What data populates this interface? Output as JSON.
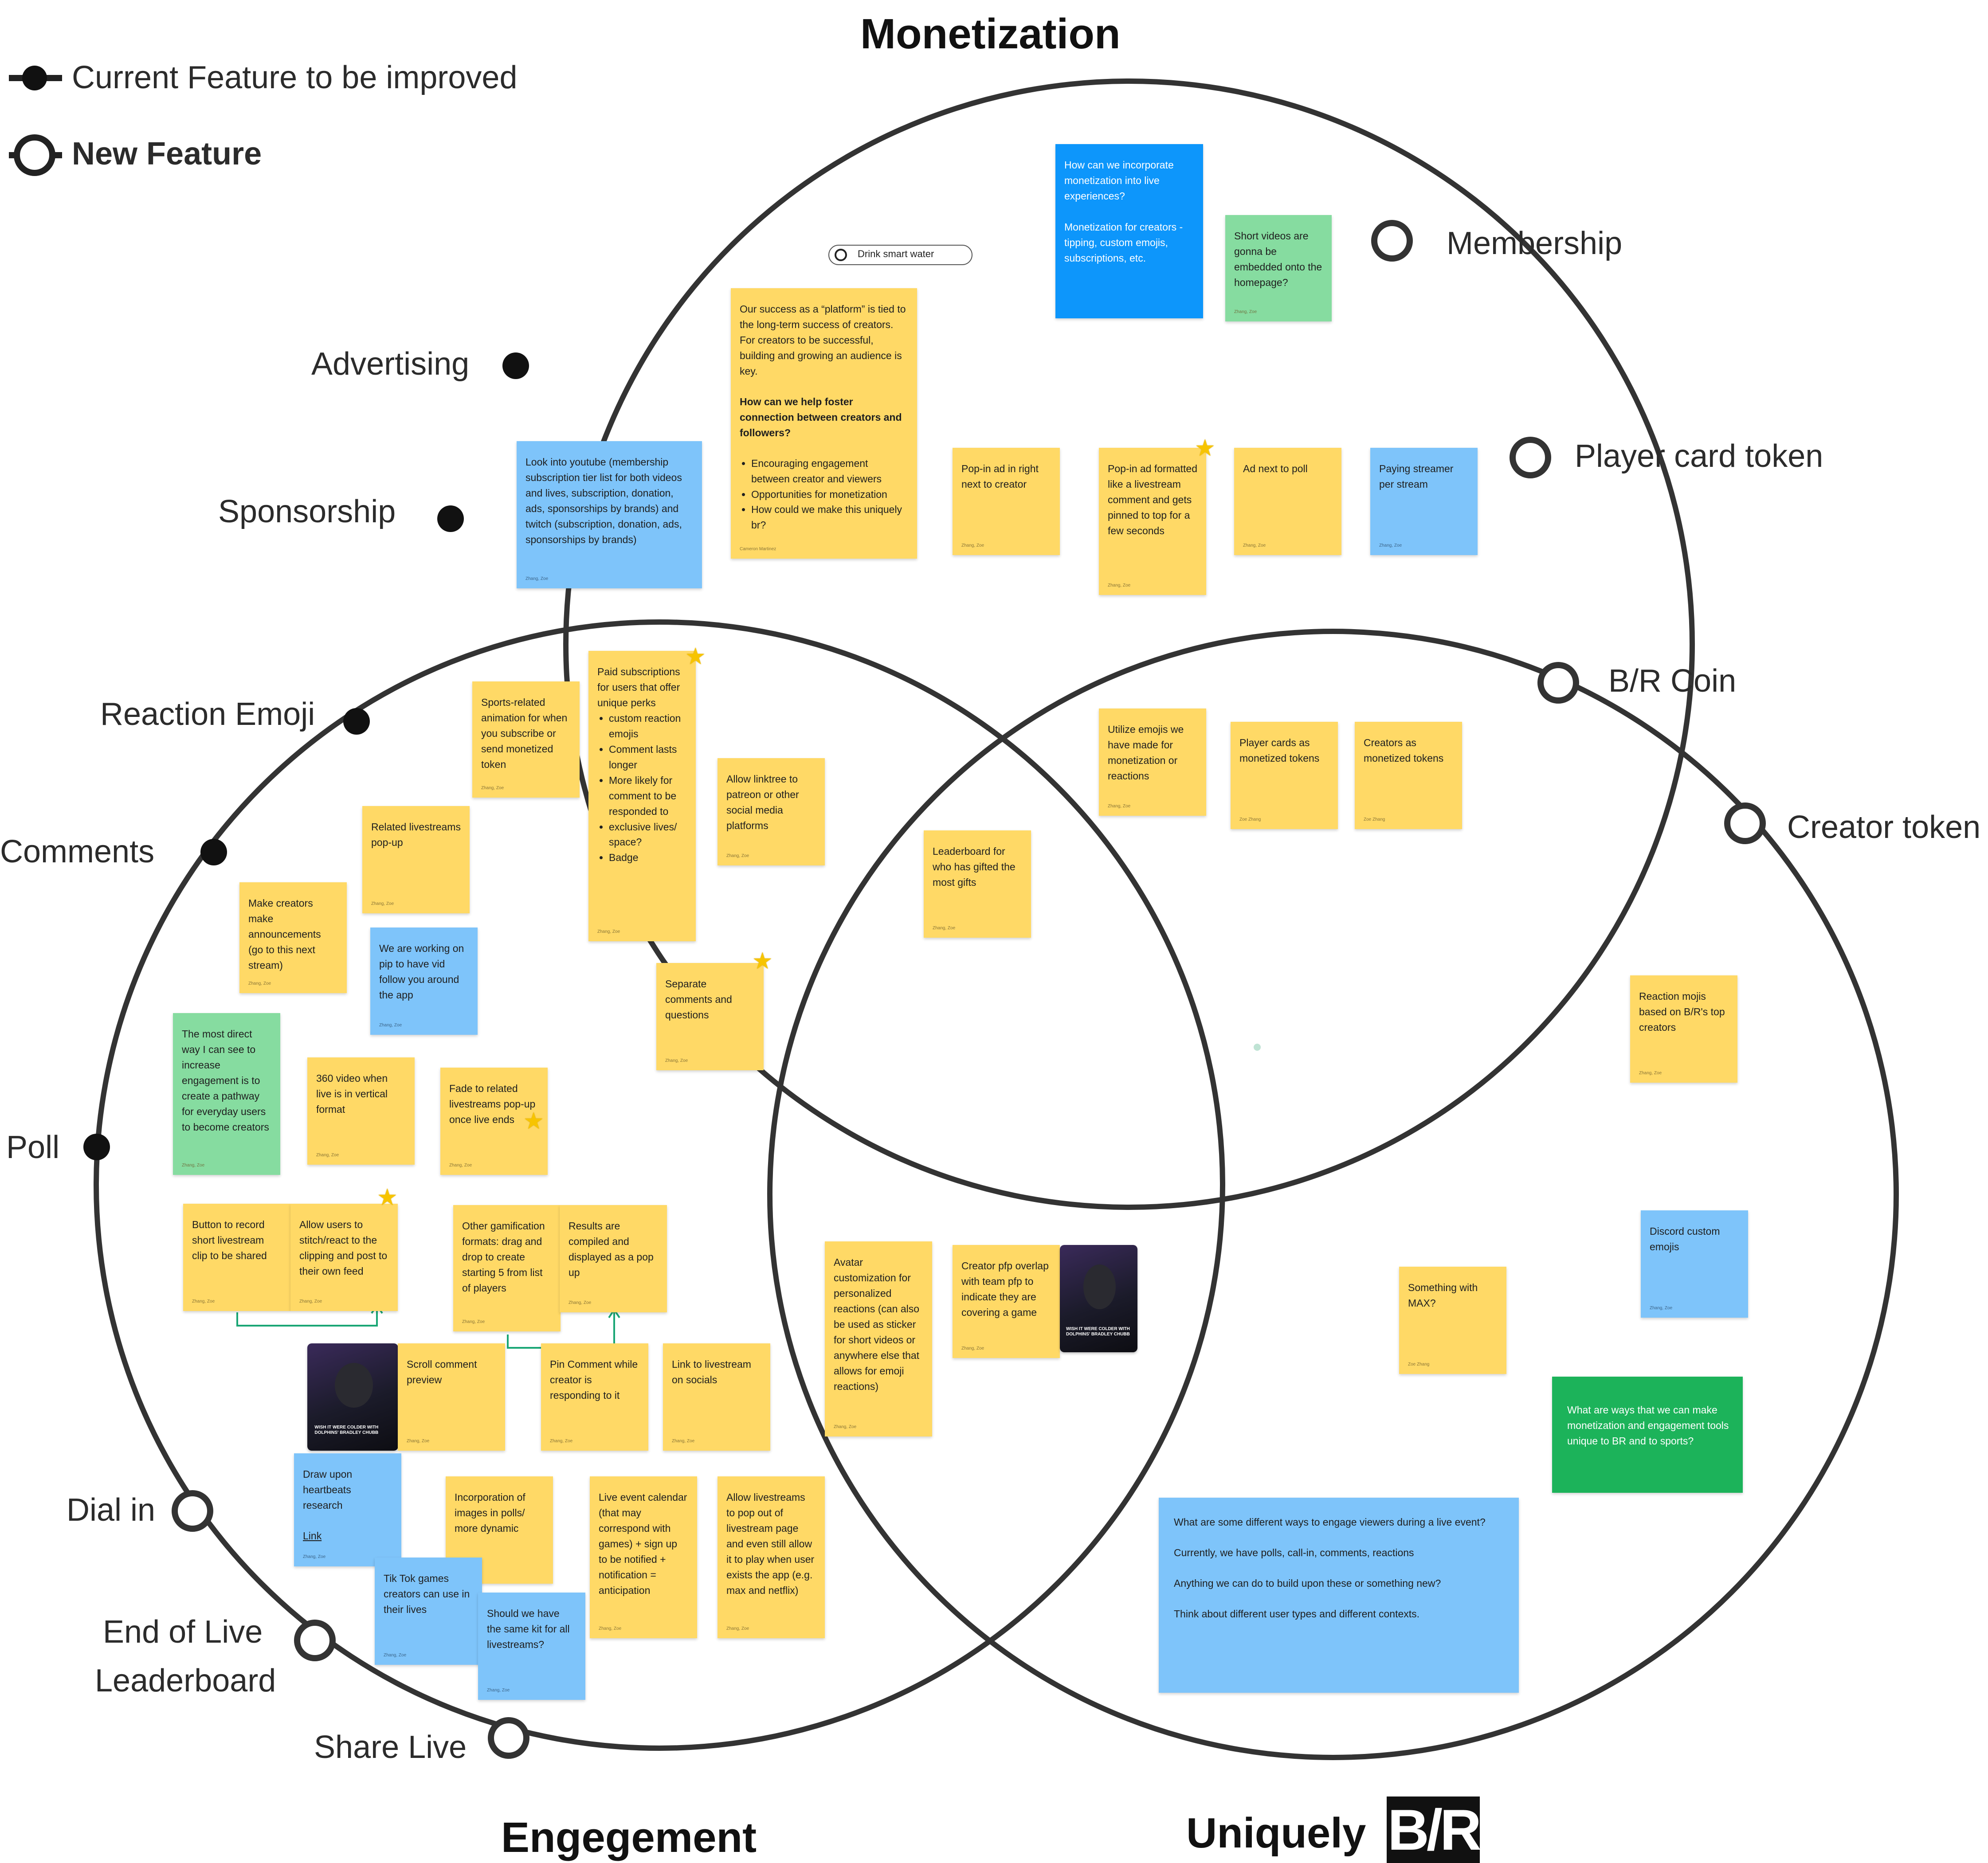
{
  "legend": {
    "current_label": "Current Feature to be improved",
    "new_label": "New Feature"
  },
  "titles": {
    "monetization": "Monetization",
    "engagement": "Engegement",
    "uniquely": "Uniquely",
    "br_logo": "B/R"
  },
  "categories": {
    "advertising": "Advertising",
    "sponsorship": "Sponsorship",
    "membership": "Membership",
    "player_card_token": "Player card token",
    "br_coin": "B/R Coin",
    "creator_token": "Creator token",
    "reaction_emoji": "Reaction Emoji",
    "comments": "Comments",
    "poll": "Poll",
    "dial_in": "Dial in",
    "end_of_live_1": "End of Live",
    "end_of_live_2": "Leaderboard",
    "share_live": "Share Live"
  },
  "pill": {
    "label": "Drink smart water"
  },
  "notes": {
    "n_live_monetize": "How can we incorporate monetization into live experiences?\n\nMonetization for creators - tipping, custom emojis, subscriptions, etc.",
    "n_short_videos": "Short videos are gonna be embedded onto the homepage?",
    "n_success_intro": "Our success as a “platform” is tied to the long-term success of creators. For creators to be successful, building and growing an audience is key.",
    "n_success_q": "How can we help foster connection between creators and followers?",
    "n_success_b1": "Encouraging engagement between creator and viewers",
    "n_success_b2": "Opportunities for monetization",
    "n_success_b3": "How could we make this uniquely br?",
    "n_success_author": "Cameron Martinez",
    "n_youtube": "Look into youtube (membership subscription tier list for both videos and lives, subscription, donation, ads, sponsorships by brands) and twitch (subscription, donation, ads, sponsorships by brands)",
    "n_popin_right": "Pop-in ad in right next to creator",
    "n_popin_formatted": "Pop-in ad formatted like a livestream comment and gets pinned to top for a few seconds",
    "n_ad_poll": "Ad next to poll",
    "n_paying": "Paying streamer per stream",
    "n_sports_anim": "Sports-related animation for when you subscribe or send monetized token",
    "n_paid_intro": "Paid subscriptions for users that offer unique perks",
    "n_paid_b1": "custom reaction emojis",
    "n_paid_b2": "Comment lasts longer",
    "n_paid_b3": "More likely for comment to be responded to",
    "n_paid_b4": "exclusive lives/ space?",
    "n_paid_b5": "Badge",
    "n_linktree": "Allow linktree to patreon or other social media platforms",
    "n_separate": "Separate comments and questions",
    "n_utilize": "Utilize emojis we have made for monetization or reactions",
    "n_player_cards": "Player cards as monetized tokens",
    "n_creators_tokens": "Creators as monetized tokens",
    "n_leaderboard_gifts": "Leaderboard for who has gifted the most gifts",
    "n_related_popup": "Related livestreams pop-up",
    "n_announce": "Make creators make announcements (go to this next stream)",
    "n_pip": "We are working on pip to have vid follow you around the app",
    "n_direct": "The most direct way I can see to increase engagement is to create a pathway for everyday users to become creators",
    "n_360": "360 video when live is in vertical format",
    "n_fade": "Fade to related livestreams pop-up once live ends",
    "n_record": "Button to record short livestream clip to be shared",
    "n_stitch": "Allow users to stitch/react to the clipping and post to their own feed",
    "n_gamification": "Other gamification formats: drag and drop to create starting 5 from list of players",
    "n_results": "Results are compiled and displayed as a pop up",
    "n_scroll": "Scroll comment preview",
    "n_pin": "Pin Comment while creator is responding to it",
    "n_link_socials": "Link to livestream on socials",
    "n_heartbeats": "Draw upon heartbeats research",
    "n_heartbeats_link": "Link",
    "n_tiktok": "Tik Tok games creators can use in their lives",
    "n_images_polls": "Incorporation of images in polls/ more dynamic",
    "n_same_kit": "Should we have the same kit for all livestreams?",
    "n_calendar": "Live event calendar (that may correspond with games) + sign up to be notified + notification = anticipation",
    "n_pop_out": "Allow livestreams to pop out of livestream page and even still allow it to play when user exists the app (e.g. max and netflix)",
    "n_avatar": "Avatar customization for personalized reactions (can also be used as sticker for short videos or anywhere else that allows for emoji reactions)",
    "n_creator_pfp": "Creator pfp overlap with team pfp to indicate they are covering a game",
    "n_reaction_mojis": "Reaction mojis based on B/R's top creators",
    "n_discord": "Discord custom emojis",
    "n_max": "Something with MAX?",
    "n_ways_unique": "What are ways that we can make monetization and engagement tools unique to BR and to sports?",
    "n_big_1": "What are some different ways to engage viewers during a live event?",
    "n_big_2": "Currently, we have polls, call-in, comments, reactions",
    "n_big_3": "Anything we can do to build upon these or something new?",
    "n_big_4": "Think about different user types and different contexts."
  },
  "authors": {
    "zhang_zoe": "Zhang, Zoe",
    "zoe_zhang": "Zoe Zhang"
  },
  "thumb_caption": "WISH IT WERE COLDER WITH DOLPHINS' BRADLEY CHUBB",
  "colors": {
    "yellow": "#ffd966",
    "blue": "#7ec4fa",
    "green": "#86dca0",
    "bright_blue": "#0d96fb",
    "dark_green": "#1cb35a",
    "circle_stroke": "#333333"
  }
}
